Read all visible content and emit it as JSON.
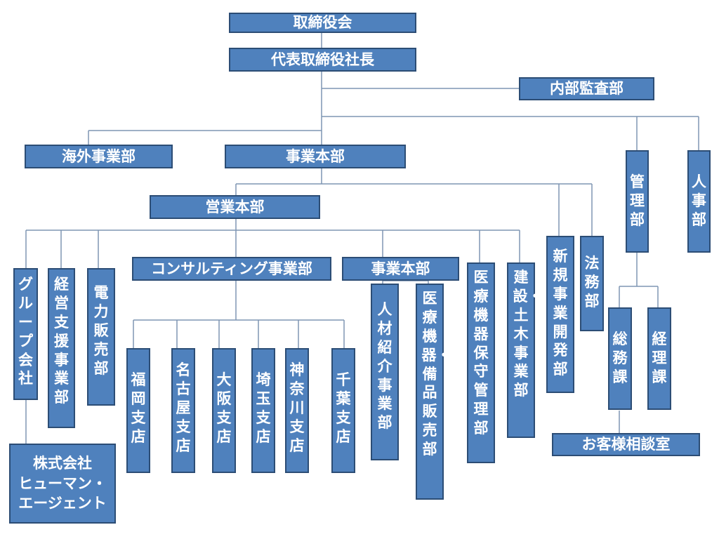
{
  "org": {
    "board": "取締役会",
    "ceo": "代表取締役社長",
    "internal_audit": "内部監査部",
    "overseas": "海外事業部",
    "business_hq": "事業本部",
    "management": "管理部",
    "hr": "人事部",
    "sales_hq": "営業本部",
    "new_business": "新規事業開発部",
    "legal": "法務部",
    "general_affairs": "総務課",
    "accounting": "経理課",
    "customer_room": "お客様相談室",
    "group_company": "グループ会社",
    "mgmt_support": "経営支援事業部",
    "power_sales": "電力販売部",
    "consulting": "コンサルティング事業部",
    "business_hq2": "事業本部",
    "medical_maint": "医療機器保守管理部",
    "construction": "建設・土木事業部",
    "staffing": "人材紹介事業部",
    "medical_sales": "医療機器・備品販売部",
    "branches": [
      "福岡支店",
      "名古屋支店",
      "大阪支店",
      "埼玉支店",
      "神奈川支店",
      "千葉支店"
    ],
    "subsidiary": "株式会社\nヒューマン・\nエージェント"
  },
  "colors": {
    "box_fill": "#4f81bd",
    "box_border": "#2c4d75",
    "line": "#7f95b3"
  }
}
